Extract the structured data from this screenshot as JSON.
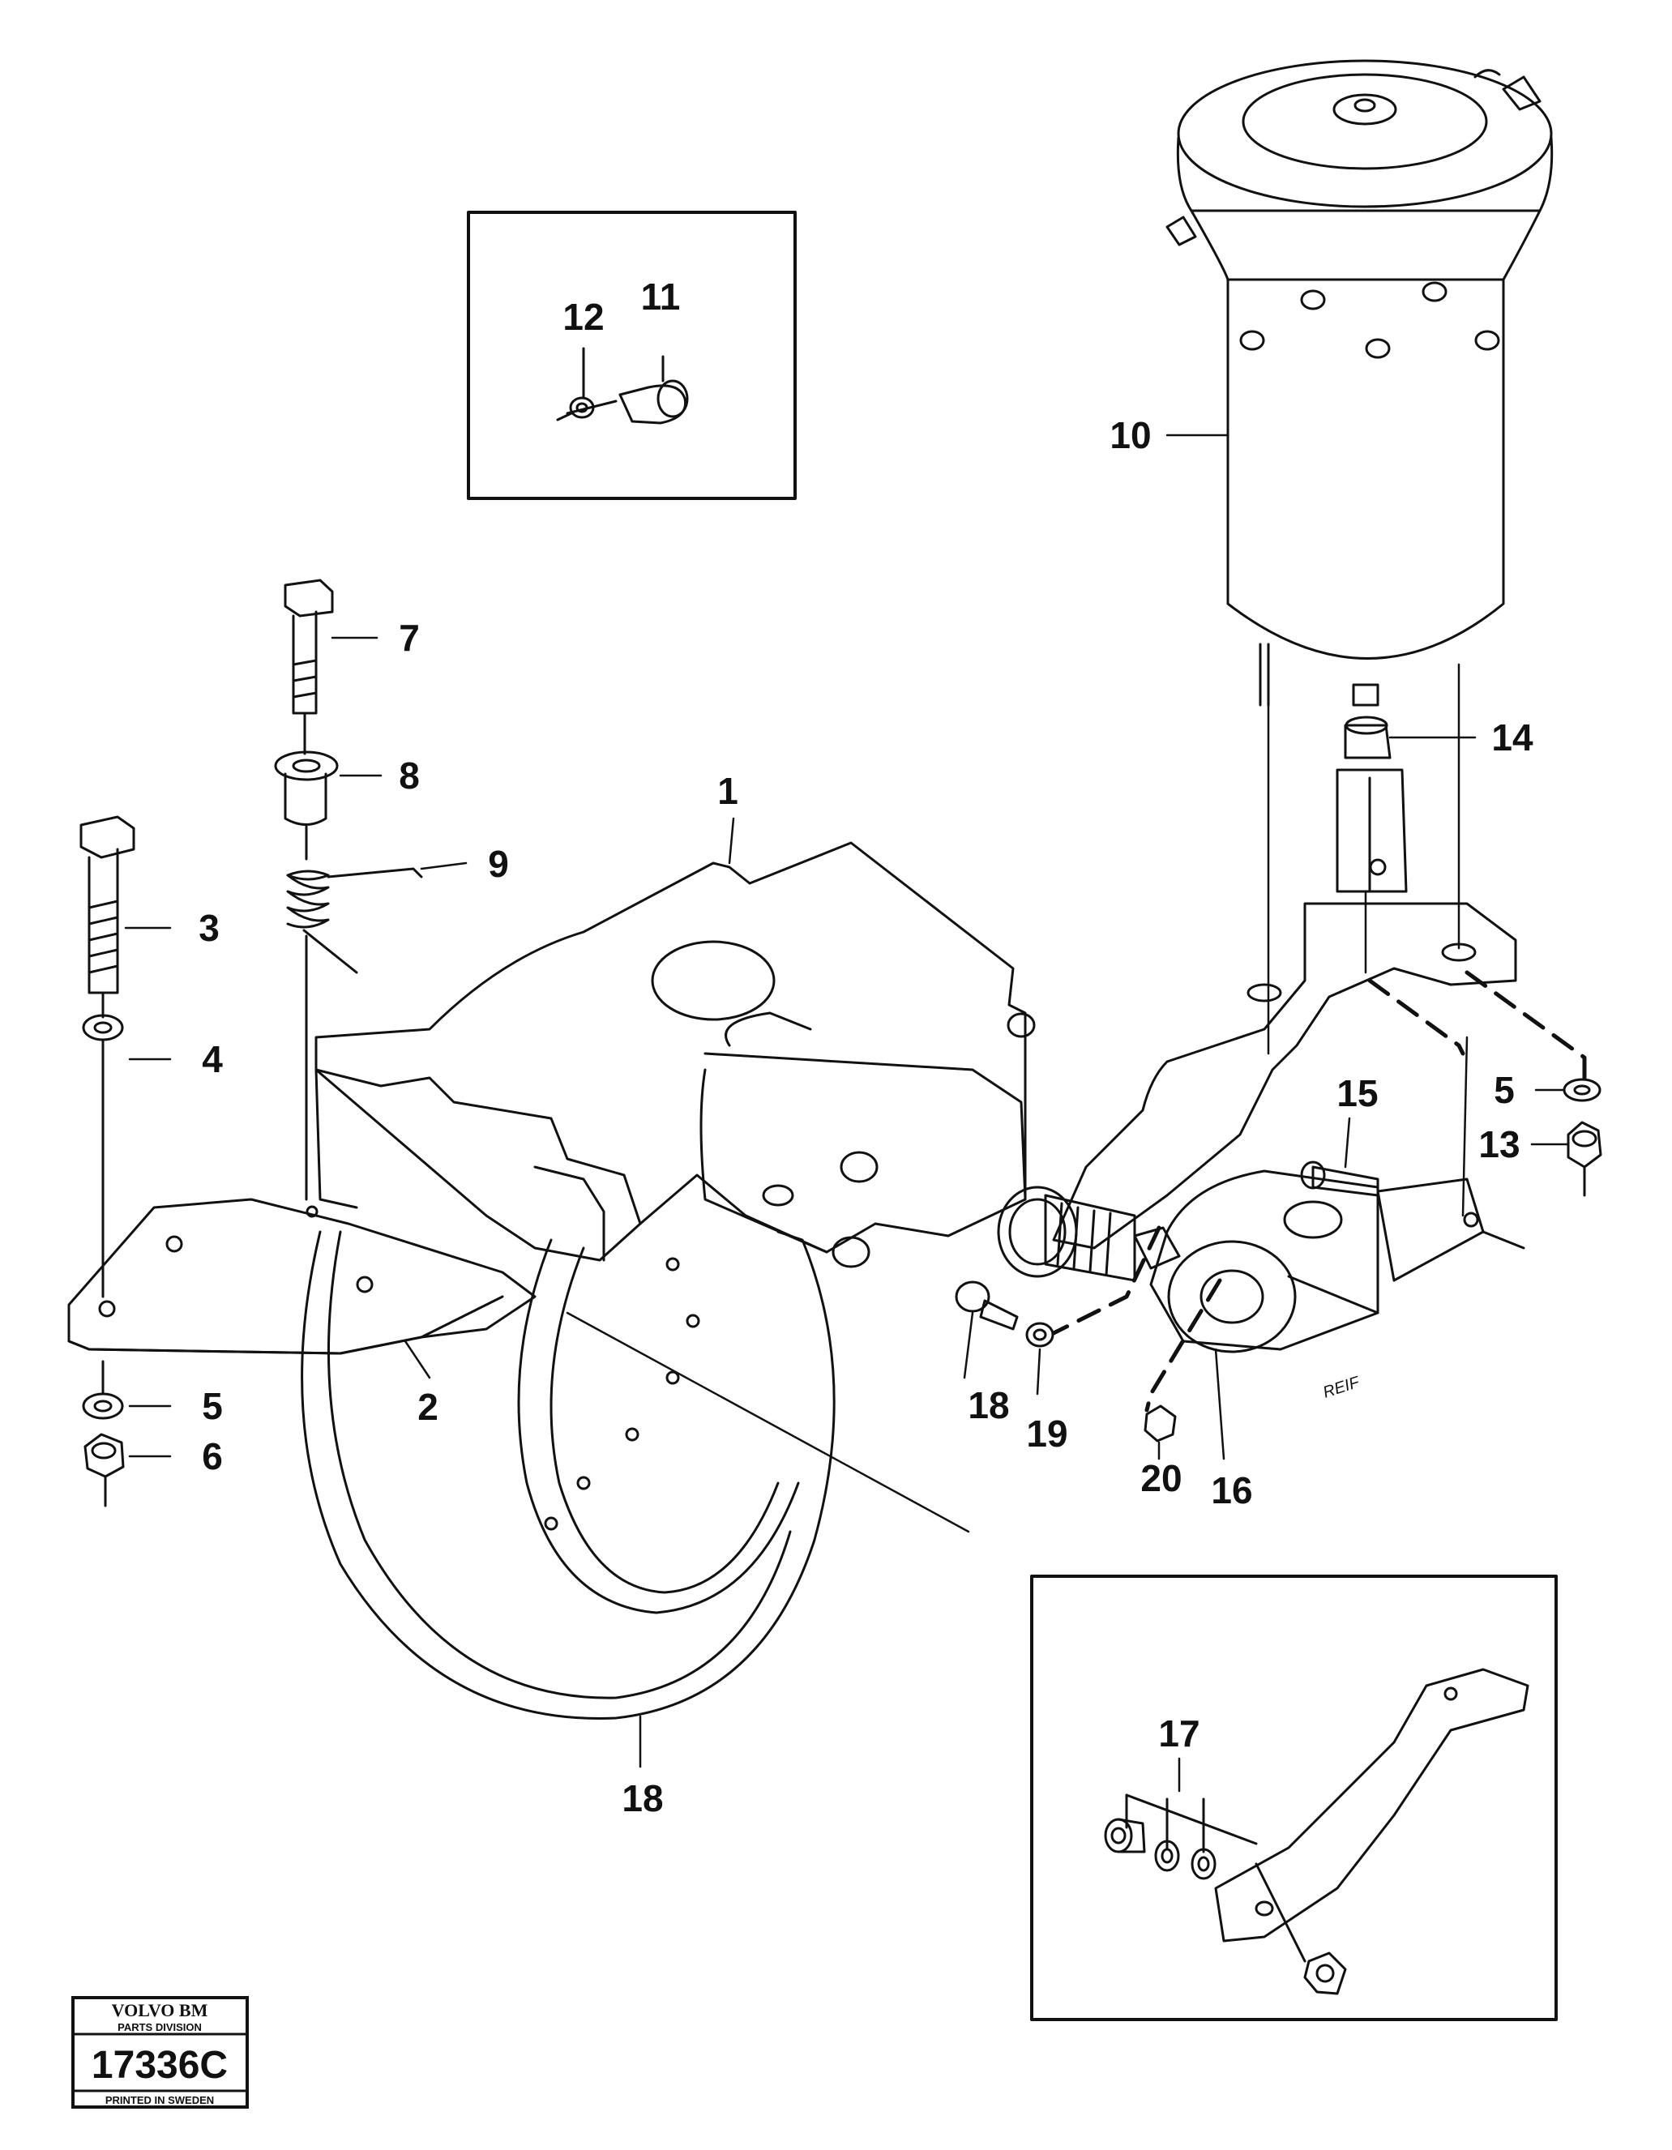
{
  "diagram": {
    "callouts": [
      "1",
      "2",
      "3",
      "4",
      "5",
      "6",
      "7",
      "8",
      "9",
      "10",
      "11",
      "12",
      "5",
      "13",
      "14",
      "15",
      "16",
      "17",
      "18",
      "19",
      "20",
      "18"
    ],
    "part_marking": "REIF"
  },
  "stamp": {
    "brand": "VOLVO BM",
    "division": "PARTS DIVISION",
    "number": "17336C",
    "printed": "PRINTED IN SWEDEN"
  },
  "colors": {
    "ink": "#111111",
    "paper": "#ffffff"
  }
}
